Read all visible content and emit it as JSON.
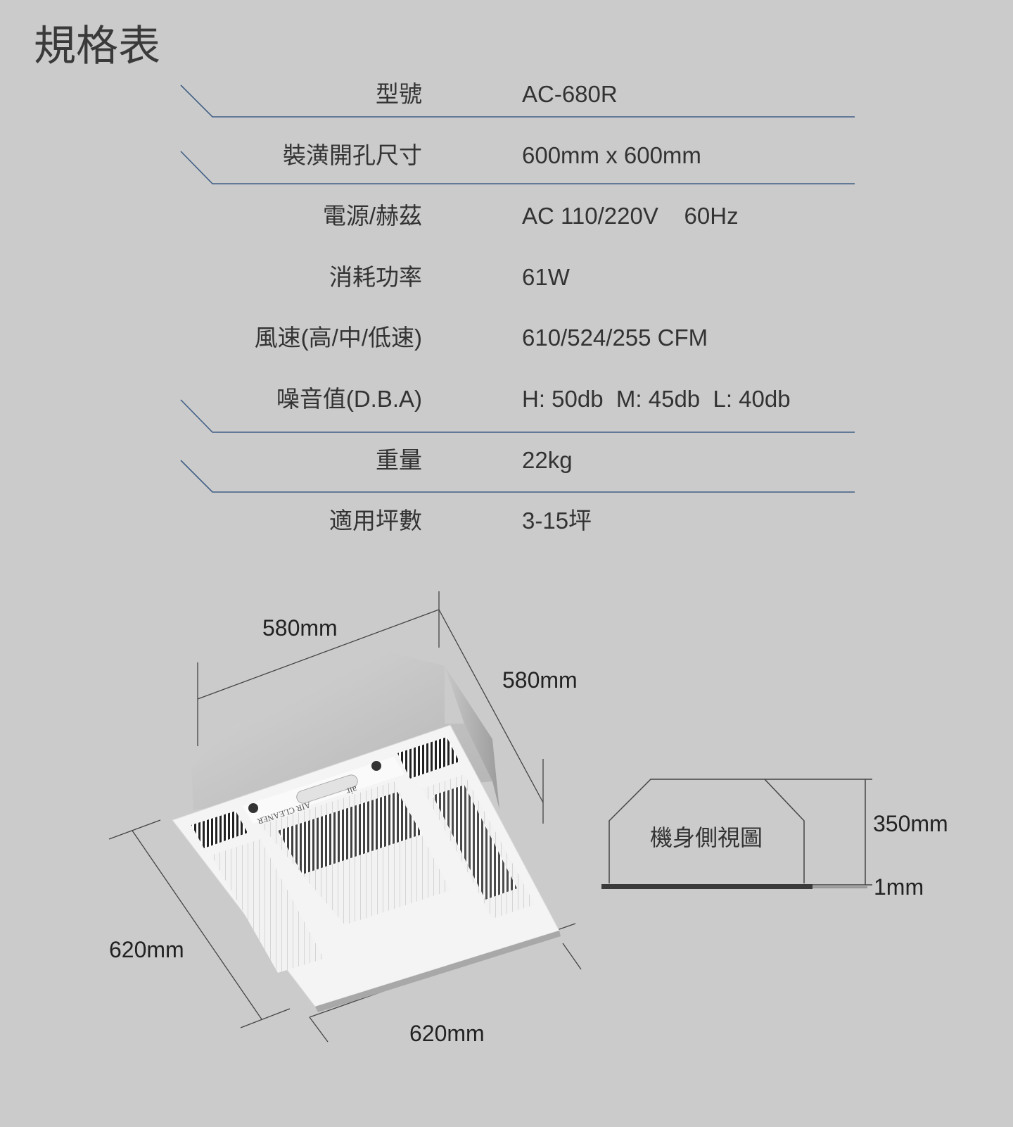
{
  "title": "規格表",
  "specs": [
    {
      "label": "型號",
      "value": "AC-680R"
    },
    {
      "label": "裝潢開孔尺寸",
      "value": "600mm x 600mm"
    },
    {
      "label": "電源/赫茲",
      "value": "AC 110/220V    60Hz"
    },
    {
      "label": "消耗功率",
      "value": "61W"
    },
    {
      "label": "風速(高/中/低速)",
      "value": "610/524/255 CFM"
    },
    {
      "label": "噪音值(D.B.A)",
      "value": "H: 50db  M: 45db  L: 40db"
    },
    {
      "label": "重量",
      "value": "22kg"
    },
    {
      "label": "適用坪數",
      "value": "3-15坪"
    }
  ],
  "product": {
    "brand_text": "AIR CLEANER",
    "logo_text": "air"
  },
  "dimensions": {
    "top_width": "580mm",
    "top_depth": "580mm",
    "panel_depth": "620mm",
    "panel_width": "620mm",
    "side_height": "350mm",
    "side_thickness": "1mm",
    "side_view_label": "機身側視圖"
  },
  "colors": {
    "background": "#cbcbcb",
    "rule_line": "#3f5f86",
    "text": "#333333"
  }
}
